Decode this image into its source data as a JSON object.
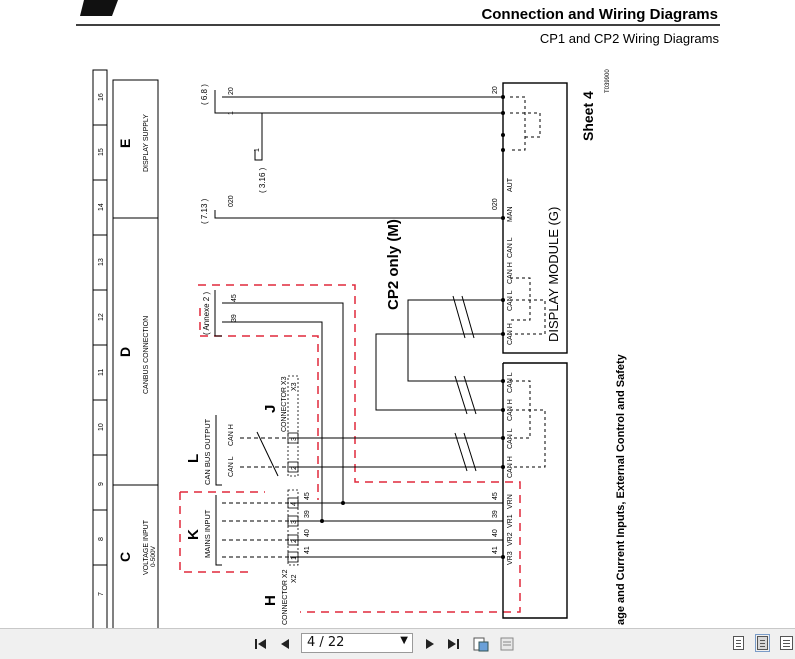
{
  "header": {
    "title": "Connection and Wiring Diagrams",
    "subtitle": "CP1 and CP2 Wiring Diagrams"
  },
  "diagram": {
    "sheet_label": "Sheet 4",
    "drawing_ref": "T039900",
    "side_caption": "age and Current Inputs, External Control and Safety",
    "cp2_label": "CP2 only (M)",
    "grid_numbers": [
      "16",
      "15",
      "14",
      "13",
      "12",
      "11",
      "10",
      "9",
      "8",
      "7"
    ],
    "sections": [
      {
        "letter": "E",
        "desc": "DISPLAY SUPPLY"
      },
      {
        "letter": "D",
        "desc": "CANBUS CONNECTION"
      },
      {
        "letter": "C",
        "desc": "VOLTAGE INPUT",
        "desc2": "0-500V"
      }
    ],
    "display_module": {
      "title": "DISPLAY MODULE (G)",
      "pins": [
        "AUT",
        "MAN",
        "CAN L",
        "CAN H",
        "CAN L",
        "CAN H"
      ],
      "wire_numbers": {
        "top": "20",
        "man": "020"
      }
    },
    "lower_module": {
      "pins": [
        "CAN L",
        "CAN H",
        "CAN L",
        "CAN H",
        "VRN",
        "VR1",
        "VR2",
        "VR3"
      ],
      "wire_numbers": [
        "45",
        "39",
        "40",
        "41"
      ]
    },
    "refs": {
      "r1": "( 6.8 )",
      "r2": "( 3.16 )",
      "r3": "( 7.13 )"
    },
    "ref_wires": {
      "r1_a": "20",
      "r1_b": "1",
      "r2": "1",
      "r3": "020"
    },
    "annexe": {
      "label": "( Annexe 2 )",
      "wires": [
        "45",
        "39"
      ]
    },
    "can_bus_output": {
      "letter": "L",
      "title": "CAN BUS OUTPUT",
      "lines": [
        "CAN H",
        "CAN L"
      ]
    },
    "connector_x3": {
      "letter": "J",
      "title": "CONNECTOR X3",
      "pins": [
        "3",
        "2",
        "1"
      ],
      "top": "X3"
    },
    "mains_input": {
      "letter": "K",
      "title": "MAINS INPUT",
      "wires": [
        "45",
        "39",
        "40",
        "41"
      ]
    },
    "connector_x2": {
      "letter": "H",
      "title": "CONNECTOR X2",
      "pins": [
        "4",
        "3",
        "2",
        "1"
      ],
      "top": "X2"
    }
  },
  "viewer": {
    "page_value": "4 / 22",
    "colors": {
      "toolbar_bg": "#f0f0f0",
      "dashed_red": "#e0283c"
    }
  }
}
